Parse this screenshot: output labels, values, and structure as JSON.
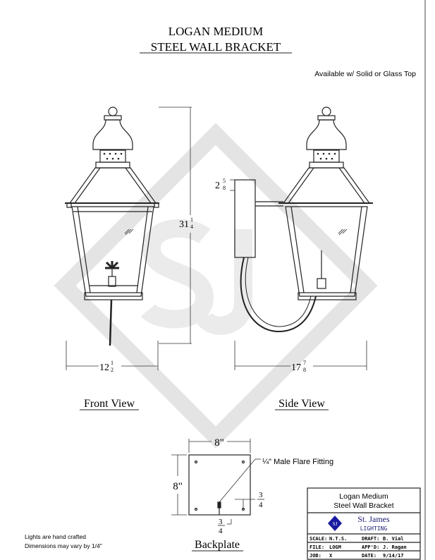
{
  "title": {
    "line1": "LOGAN MEDIUM",
    "line2": "STEEL WALL BRACKET"
  },
  "availability_note": "Available w/ Solid or Glass Top",
  "front_view": {
    "label": "Front View",
    "height_dim": {
      "whole": "31",
      "num": "1",
      "den": "4"
    },
    "width_dim": {
      "whole": "12",
      "num": "1",
      "den": "2"
    }
  },
  "side_view": {
    "label": "Side View",
    "mount_dim": {
      "whole": "2",
      "num": "5",
      "den": "8"
    },
    "depth_dim": {
      "whole": "17",
      "num": "7",
      "den": "8"
    }
  },
  "backplate": {
    "label": "Backplate",
    "width": "8\"",
    "height": "8\"",
    "fitting_note": "¼\" Male Flare Fitting",
    "offset_right": {
      "num": "3",
      "den": "4"
    },
    "offset_bottom": {
      "num": "3",
      "den": "4"
    }
  },
  "notes": [
    "Lights are hand crafted",
    "Dimensions may vary by 1/4\""
  ],
  "title_block": {
    "product_line1": "Logan Medium",
    "product_line2": "Steel Wall Bracket",
    "company": "St. James",
    "company_sub": "LIGHTING",
    "logo_text": "SJ",
    "logo_color": "#1a1aa0",
    "scale_label": "SCALE:",
    "scale": "N.T.S.",
    "draft_label": "DRAFT:",
    "draft": "B. Vial",
    "file_label": "FILE:",
    "file": "LOGM",
    "appd_label": "APP'D:",
    "appd": "J. Ragan",
    "job_label": "JOB:",
    "job": "X",
    "date_label": "DATE:",
    "date": "9/14/17"
  }
}
